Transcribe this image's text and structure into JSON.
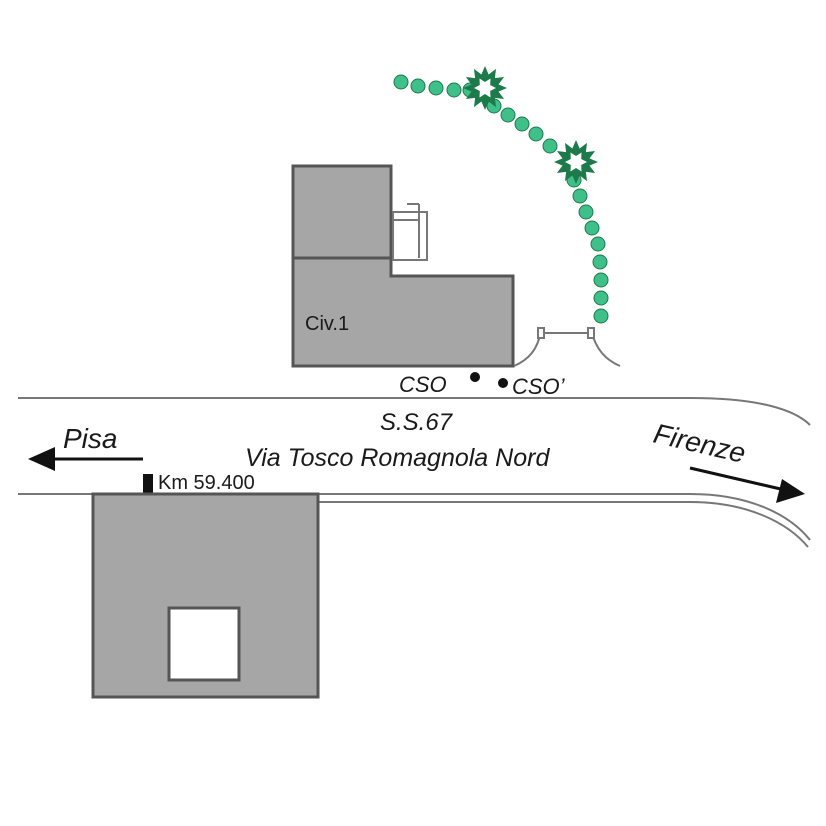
{
  "building_label": "Civ.1",
  "points": [
    {
      "label": "CSO"
    },
    {
      "label": "CSO’"
    }
  ],
  "road": {
    "code": "S.S.67",
    "name": "Via Tosco Romagnola Nord"
  },
  "directions": {
    "west": "Pisa",
    "east": "Firenze"
  },
  "km_marker": "Km 59.400",
  "colors": {
    "building_fill": "#a6a6a6",
    "outline": "#555555",
    "tree_light": "#3fbf8a",
    "tree_dark": "#1d7a4a",
    "text": "#1a1a1a"
  }
}
